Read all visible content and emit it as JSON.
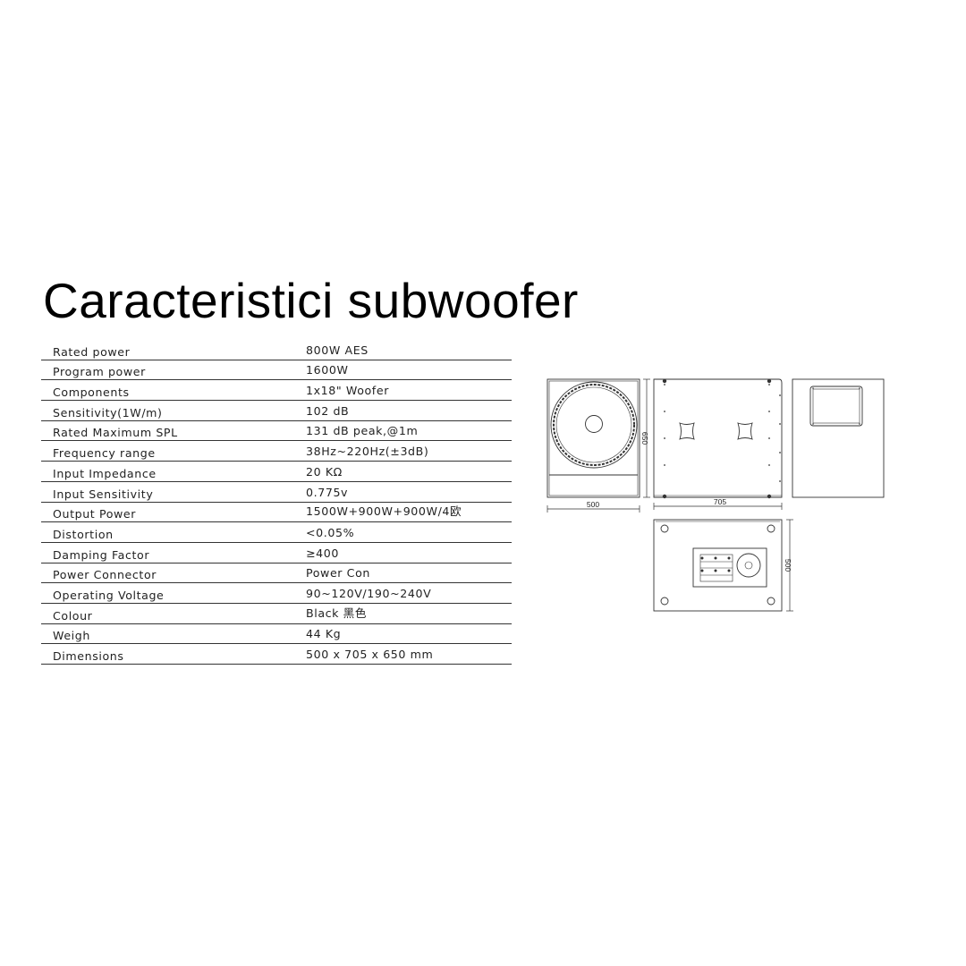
{
  "title": "Caracteristici subwoofer",
  "specs": [
    {
      "label": "Rated power",
      "value": "800W AES"
    },
    {
      "label": "Program power",
      "value": "1600W"
    },
    {
      "label": "Components",
      "value": "1x18\" Woofer"
    },
    {
      "label": "Sensitivity(1W/m)",
      "value": "102 dB"
    },
    {
      "label": "Rated Maximum SPL",
      "value": "131 dB peak,@1m"
    },
    {
      "label": "Frequency range",
      "value": "38Hz~220Hz(±3dB)"
    },
    {
      "label": "Input Impedance",
      "value": "20 KΩ"
    },
    {
      "label": "Input Sensitivity",
      "value": "0.775v"
    },
    {
      "label": "Output Power",
      "value": "1500W+900W+900W/4欧"
    },
    {
      "label": "Distortion",
      "value": "<0.05%"
    },
    {
      "label": "Damping Factor",
      "value": "≥400"
    },
    {
      "label": "Power Connector",
      "value": "Power Con"
    },
    {
      "label": "Operating Voltage",
      "value": "90~120V/190~240V"
    },
    {
      "label": "Colour",
      "value": "Black 黑色"
    },
    {
      "label": "Weigh",
      "value": "44 Kg"
    },
    {
      "label": "Dimensions",
      "value": "500 x 705 x 650 mm"
    }
  ],
  "drawings": {
    "front_view": {
      "width_label": "500",
      "height_label": "650"
    },
    "side_view": {
      "width_label": "705"
    },
    "bottom_view": {
      "height_label": "500"
    }
  }
}
